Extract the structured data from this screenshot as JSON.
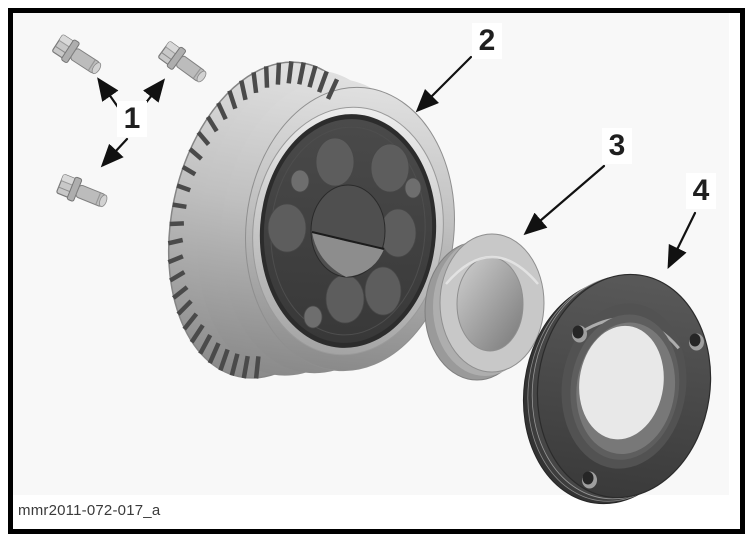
{
  "figure": {
    "caption": "mmr2011-072-017_a",
    "callouts": [
      {
        "label": "1"
      },
      {
        "label": "2"
      },
      {
        "label": "3"
      },
      {
        "label": "4"
      }
    ],
    "colors": {
      "frame": "#000000",
      "page_background": "#ffffff",
      "art_background": "#f8f8f8",
      "line_art": "#111111",
      "metal_light": "#c8c8c8",
      "metal_dark": "#424242",
      "caption_text": "#3a3a3a"
    }
  }
}
